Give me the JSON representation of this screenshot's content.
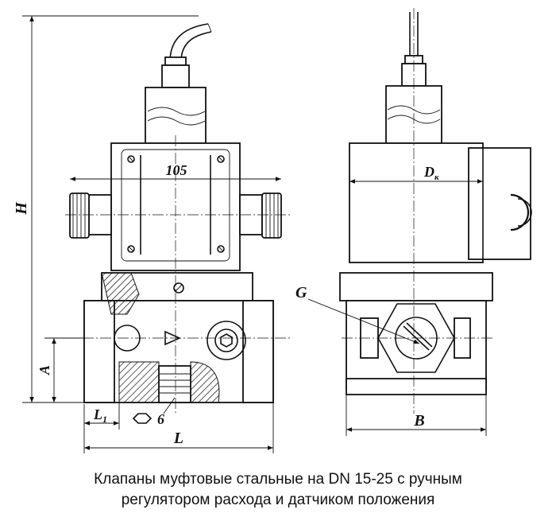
{
  "caption": {
    "line1": "Клапаны муфтовые стальные на DN 15-25 с ручным",
    "line2": "регулятором расхода и датчиком положения"
  },
  "dimensions": {
    "width_105": "105",
    "height_H": "H",
    "height_A": "A",
    "length_L": "L",
    "length_L1": "L",
    "length_L1_sub": "1",
    "hex_size": "6",
    "diameter_Dk": "D",
    "diameter_Dk_sub": "к",
    "width_B": "B",
    "thread_G": "G"
  }
}
